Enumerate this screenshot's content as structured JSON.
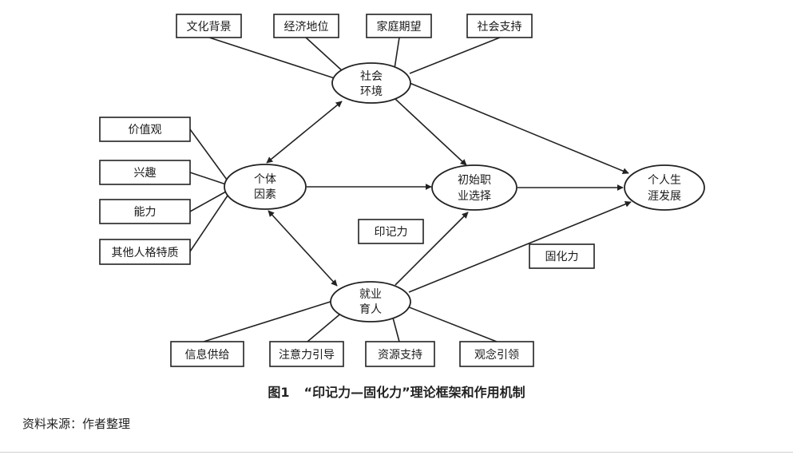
{
  "diagram": {
    "boxes": {
      "culture": "文化背景",
      "economic_status": "经济地位",
      "family_expectation": "家庭期望",
      "social_support": "社会支持",
      "values": "价值观",
      "interest": "兴趣",
      "ability": "能力",
      "other_traits": "其他人格特质",
      "info_supply": "信息供给",
      "attention_guide": "注意力引导",
      "resource_support": "资源支持",
      "concept_lead": "观念引领"
    },
    "nodes": {
      "social_env": [
        "社会",
        "环境"
      ],
      "individual": [
        "个体",
        "因素"
      ],
      "initial_choice": [
        "初始职",
        "业选择"
      ],
      "career_dev": [
        "个人生",
        "涯发展"
      ],
      "employment_edu": [
        "就业",
        "育人"
      ]
    },
    "forces": {
      "imprint": "印记力",
      "solidify": "固化力"
    }
  },
  "caption": {
    "figure_number": "图1",
    "title": "“印记力—固化力”理论框架和作用机制"
  },
  "source_note": "资料来源：作者整理"
}
